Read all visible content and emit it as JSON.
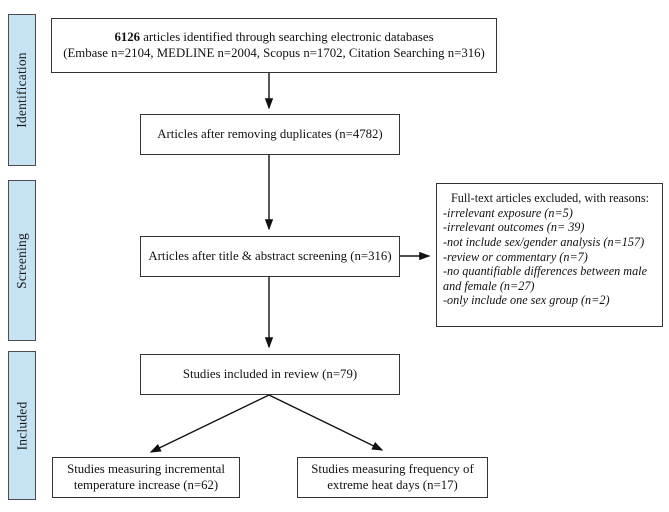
{
  "diagram": {
    "stages": [
      {
        "label": "Identification"
      },
      {
        "label": "Screening"
      },
      {
        "label": "Included"
      }
    ],
    "boxes": {
      "identified": {
        "count_bold": "6126",
        "line1_rest": " articles identified through searching electronic databases",
        "line2": "(Embase n=2104, MEDLINE n=2004, Scopus n=1702, Citation Searching n=316)"
      },
      "duplicates_removed": {
        "text": "Articles after removing duplicates (n=4782)"
      },
      "title_abstract_screening": {
        "text": "Articles after title & abstract screening (n=316)"
      },
      "fulltext_excluded": {
        "title": "Full-text articles excluded, with reasons:",
        "reasons": [
          "-irrelevant exposure (n=5)",
          "-irrelevant outcomes (n= 39)",
          "-not include sex/gender analysis (n=157)",
          "-review or commentary (n=7)",
          "-no quantifiable differences between male and female (n=27)",
          "-only include one sex group (n=2)"
        ]
      },
      "included_in_review": {
        "text": "Studies included in review (n=79)"
      },
      "incremental_temperature": {
        "text": "Studies measuring incremental temperature increase (n=62)"
      },
      "extreme_heat_days": {
        "text": "Studies measuring frequency of extreme heat days (n=17)"
      }
    },
    "colors": {
      "stage_fill": "#c5e3f3",
      "stage_border": "#4d4d4d",
      "box_border": "#333333",
      "arrow": "#111111"
    }
  }
}
